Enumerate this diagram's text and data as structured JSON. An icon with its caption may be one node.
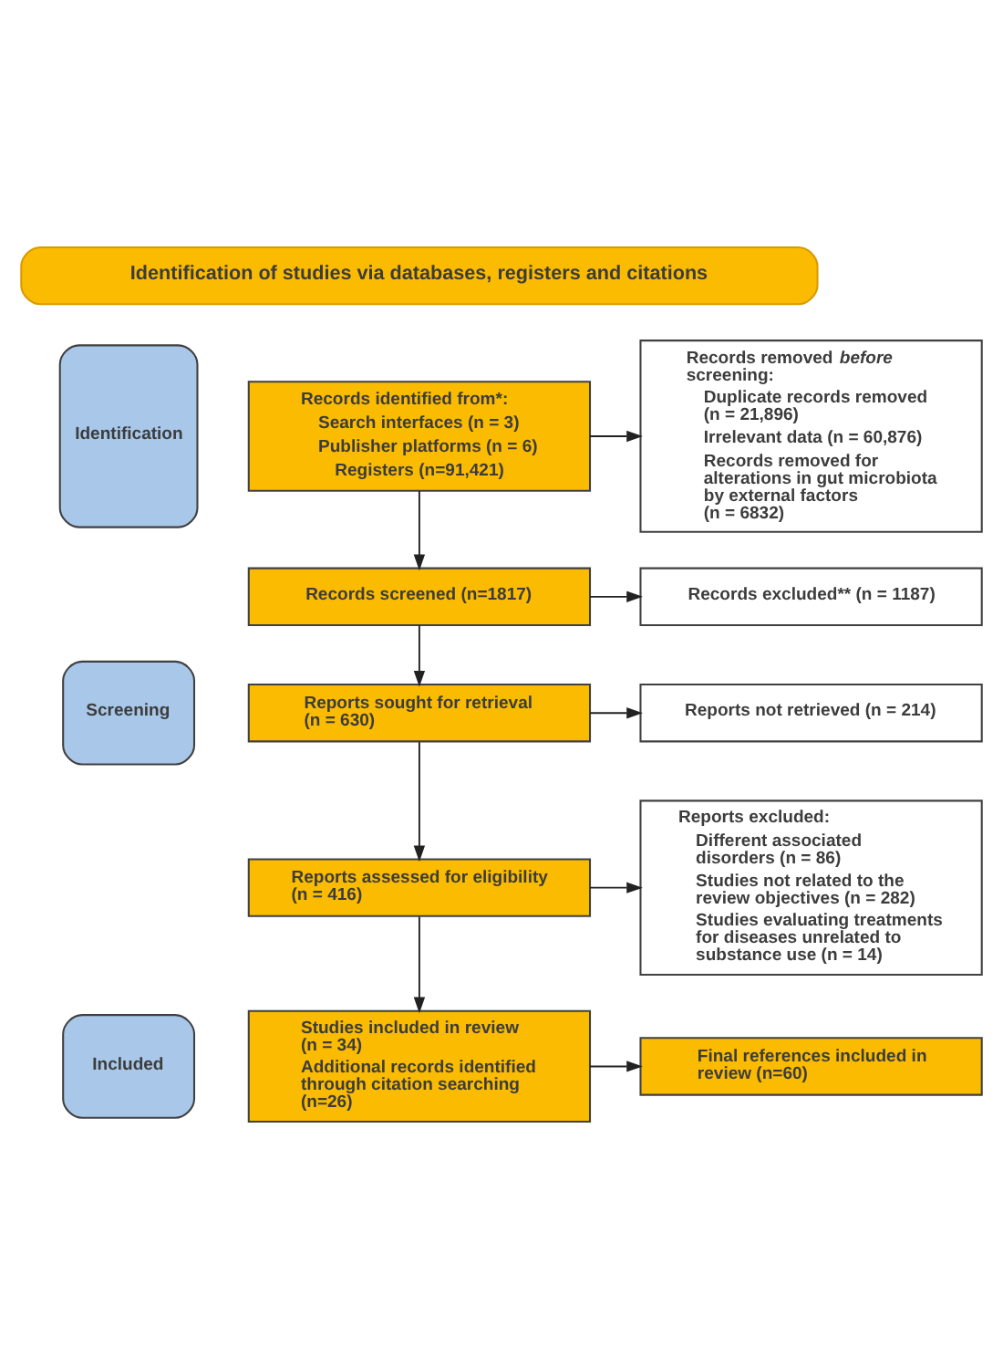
{
  "diagram": {
    "nodes": [
      {
        "text": [
          "Identification of studies via databases, registers and citations"
        ]
      },
      {
        "text": [
          "Identification"
        ]
      },
      {
        "text": [
          "Records identified from*:",
          "Search interfaces (n = 3)",
          "Publisher platforms (n = 6)",
          "Registers (n=91,421)"
        ]
      },
      {
        "text": [
          "Records removed *before* screening:",
          "Duplicate records removed (n = 21,896)",
          "Irrelevant data (n = 60,876)",
          "Records removed for alterations in gut microbiota by external factors (n = 6832)"
        ]
      },
      {
        "text": [
          "Screening"
        ]
      },
      {
        "text": [
          "Records screened (n=1817)"
        ]
      },
      {
        "text": [
          "Records excluded** (n = 1187)"
        ]
      },
      {
        "text": [
          "Reports sought for retrieval (n = 630)"
        ]
      },
      {
        "text": [
          "Reports not retrieved (n = 214)"
        ]
      },
      {
        "text": [
          "Reports assessed for eligibility (n = 416)"
        ]
      },
      {
        "text": [
          "Reports excluded:",
          "Different associated disorders (n = 86)",
          "Studies not related to the review objectives (n = 282)",
          "Studies evaluating treatments for diseases unrelated to substance use (n = 14)"
        ]
      },
      {
        "text": [
          "Included"
        ]
      },
      {
        "text": [
          "Studies included in review (n = 34)",
          "Additional records identified through citation searching (n=26)"
        ]
      },
      {
        "text": [
          "Final references included in review (n=60)"
        ]
      }
    ],
    "edges": [
      {
        "from": 2,
        "to": 3,
        "arrow": "to"
      },
      {
        "from": 2,
        "to": 5,
        "arrow": "to"
      },
      {
        "from": 5,
        "to": 6,
        "arrow": "to"
      },
      {
        "from": 5,
        "to": 7,
        "arrow": "to"
      },
      {
        "from": 7,
        "to": 8,
        "arrow": "to"
      },
      {
        "from": 7,
        "to": 9,
        "arrow": "to"
      },
      {
        "from": 9,
        "to": 10,
        "arrow": "to"
      },
      {
        "from": 9,
        "to": 12,
        "arrow": "to"
      },
      {
        "from": 12,
        "to": 13,
        "arrow": "to"
      }
    ]
  }
}
